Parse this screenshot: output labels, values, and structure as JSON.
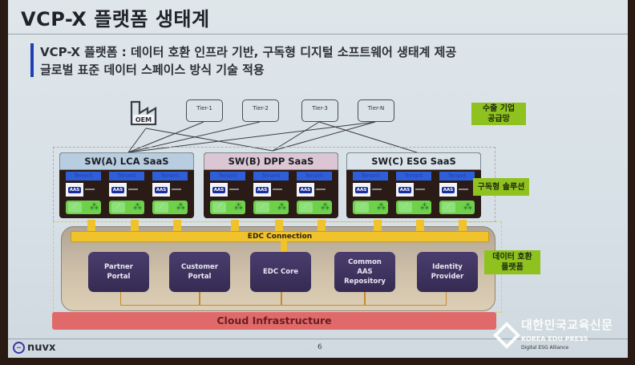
{
  "slide": {
    "title": "VCP-X 플랫폼 생태계",
    "subtitle_line1": "VCP-X 플랫폼 : 데이터 호환 인프라 기반, 구독형 디지털 소프트웨어 생태계 제공",
    "subtitle_line2": "글로벌 표준 데이터 스페이스 방식 기술 적용",
    "page_number": "6",
    "brand": "nuvx",
    "colors": {
      "accent_bar": "#1f3fb5",
      "label_green": "#8fc21f",
      "edc_yellow": "#f0c22b",
      "cloud_red": "#e06a6a",
      "service_purple": "#3f3360"
    }
  },
  "supply_chain": {
    "oem_label": "OEM",
    "tiers": [
      "Tier-1",
      "Tier-2",
      "Tier-3",
      "Tier-N"
    ],
    "label": "수출 기업\n공급망"
  },
  "saas": {
    "label": "구독형 솔루션",
    "tenant_label": "Tenant",
    "aas_label": "AAS",
    "products": [
      {
        "name": "SW(A) LCA SaaS",
        "header_color": "#b9cde0"
      },
      {
        "name": "SW(B) DPP SaaS",
        "header_color": "#dcc6d3"
      },
      {
        "name": "SW(C) ESG SaaS",
        "header_color": "#dbe3ea"
      }
    ]
  },
  "platform": {
    "label": "데이터 호환\n플랫폼",
    "edc_connection": "EDC Connection",
    "services": [
      "Partner\nPortal",
      "Customer\nPortal",
      "EDC Core",
      "Common\nAAS\nRepository",
      "Identity\nProvider"
    ],
    "cloud": "Cloud Infrastructure"
  },
  "watermark": {
    "korean": "대한민국교육신문",
    "english": "KOREA EDU PRESS",
    "partner": "Digital ESG Alliance"
  }
}
